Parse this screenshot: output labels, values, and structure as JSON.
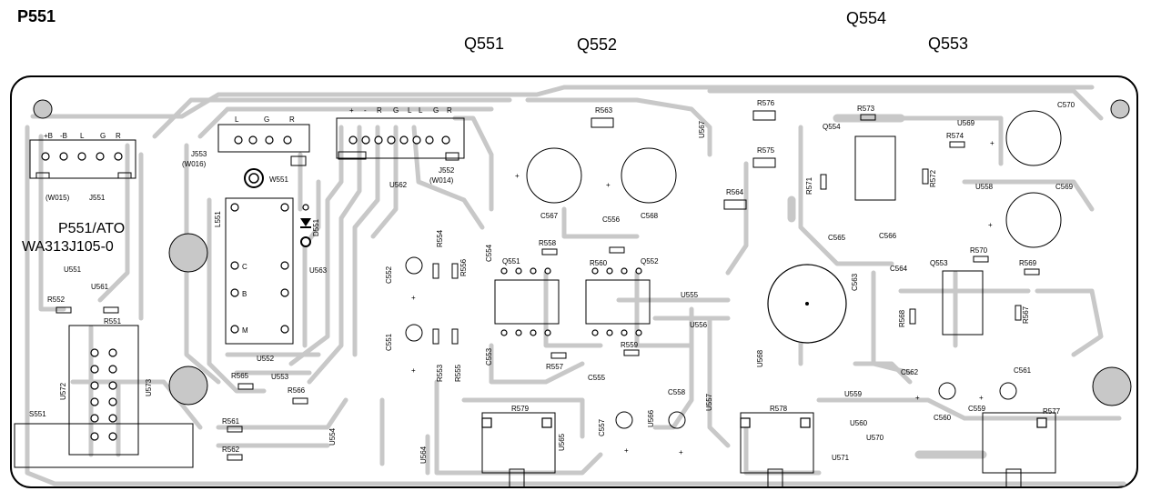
{
  "header": {
    "board_title": "P551",
    "q551": "Q551",
    "q552": "Q552",
    "q553": "Q553",
    "q554": "Q554"
  },
  "board": {
    "name": "P551/ATO",
    "part_number": "WA313J105-0"
  },
  "labels": {
    "j551": "J551",
    "w015": "(W015)",
    "j551_pins": [
      "+B",
      "-B",
      "L",
      "G",
      "R"
    ],
    "j553": "J553",
    "w016": "(W016)",
    "j553_pins": [
      "L",
      "G",
      "R"
    ],
    "j552": "J552",
    "w014": "(W014)",
    "j552_pins": [
      "+",
      "-",
      "R",
      "G",
      "L",
      "L",
      "G",
      "R"
    ],
    "w551": "W551",
    "l551": "L551",
    "d551": "D551",
    "l551_c": "C",
    "l551_b": "B",
    "l551_m": "M",
    "u551": "U551",
    "u552": "U552",
    "u553": "U553",
    "u554": "U554",
    "u555": "U555",
    "u556": "U556",
    "u557": "U557",
    "u558": "U558",
    "u559": "U559",
    "u560": "U560",
    "u561": "U561",
    "u562": "U562",
    "u563": "U563",
    "u564": "U564",
    "u565": "U565",
    "u566": "U566",
    "u567": "U567",
    "u568": "U568",
    "u569": "U569",
    "u570": "U570",
    "u571": "U571",
    "u572": "U572",
    "u573": "U573",
    "r551": "R551",
    "r552": "R552",
    "r553": "R553",
    "r554": "R554",
    "r555": "R555",
    "r556": "R556",
    "r557": "R557",
    "r558": "R558",
    "r559": "R559",
    "r560": "R560",
    "r561": "R561",
    "r562": "R562",
    "r563": "R563",
    "r564": "R564",
    "r565": "R565",
    "r566": "R566",
    "r567": "R567",
    "r568": "R568",
    "r569": "R569",
    "r570": "R570",
    "r571": "R571",
    "r572": "R572",
    "r573": "R573",
    "r574": "R574",
    "r575": "R575",
    "r576": "R576",
    "r577": "R577",
    "r578": "R578",
    "r579": "R579",
    "c551": "C551",
    "c552": "C552",
    "c553": "C553",
    "c554": "C554",
    "c555": "C555",
    "c556": "C556",
    "c557": "C557",
    "c558": "C558",
    "c559": "C559",
    "c560": "C560",
    "c561": "C561",
    "c562": "C562",
    "c563": "C563",
    "c564": "C564",
    "c565": "C565",
    "c566": "C566",
    "c567": "C567",
    "c568": "C568",
    "c569": "C569",
    "c570": "C570",
    "q551_board": "Q551",
    "q552_board": "Q552",
    "q553_board": "Q553",
    "q554_board": "Q554",
    "s551": "S551",
    "plus": "+"
  },
  "colors": {
    "trace": "#c8c8c8",
    "ink": "#000000",
    "board": "#ffffff"
  }
}
